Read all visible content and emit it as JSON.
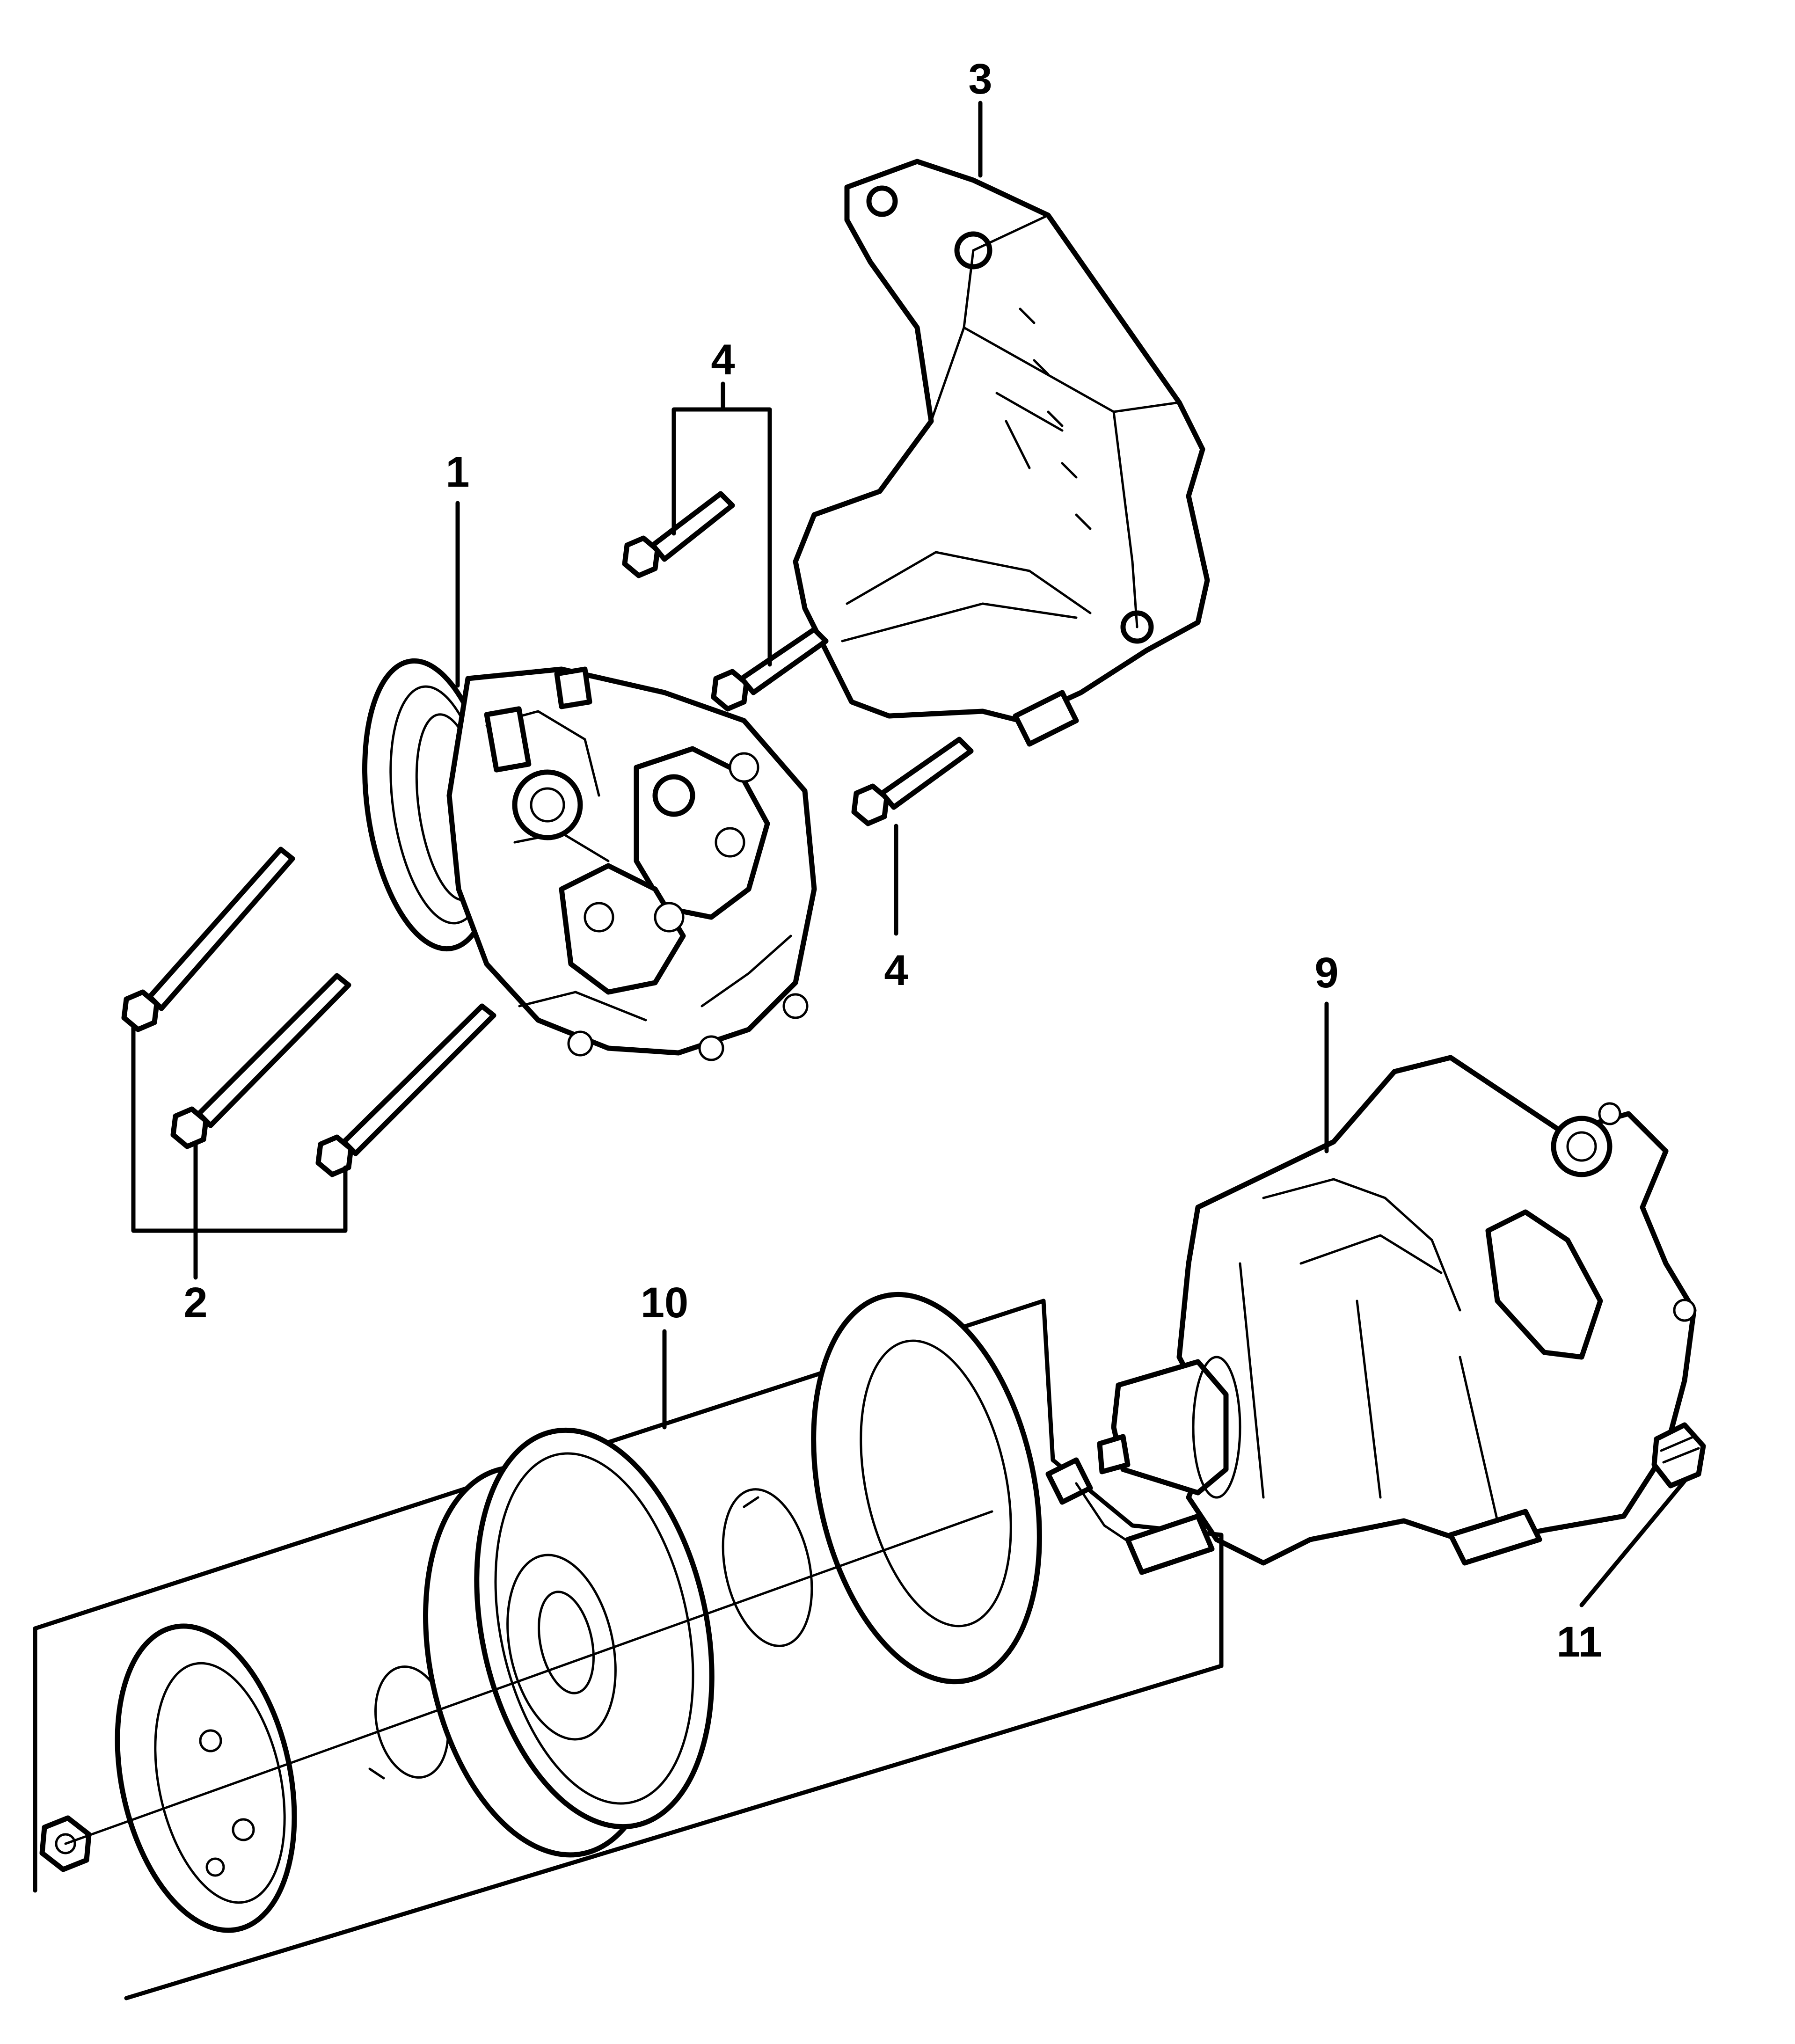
{
  "labels": {
    "l1": "1",
    "l2": "2",
    "l3": "3",
    "l4a": "4",
    "l4b": "4",
    "l9": "9",
    "l10": "10",
    "l11": "11"
  },
  "parts": [
    {
      "id": "1",
      "icon": "ac-compressor-icon"
    },
    {
      "id": "2",
      "icon": "long-bolt-icon"
    },
    {
      "id": "3",
      "icon": "mounting-bracket-icon"
    },
    {
      "id": "4",
      "icon": "bolt-icon"
    },
    {
      "id": "9",
      "icon": "compressor-body-icon"
    },
    {
      "id": "10",
      "icon": "clutch-kit-icon"
    },
    {
      "id": "11",
      "icon": "plug-icon"
    }
  ],
  "colors": {
    "ink": "#000000",
    "paper": "#ffffff"
  }
}
